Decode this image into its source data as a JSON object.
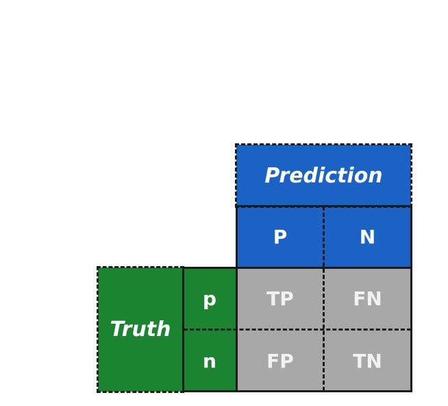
{
  "prediction": {
    "title": "Prediction",
    "pos": "P",
    "neg": "N"
  },
  "truth": {
    "title": "Truth",
    "pos": "p",
    "neg": "n"
  },
  "cells": {
    "tp": "TP",
    "fn": "FN",
    "fp": "FP",
    "tn": "TN"
  },
  "colors": {
    "prediction": "#1a63c4",
    "truth": "#1b8431",
    "cells": "#a8a8a8",
    "lines": "#1a1a1a"
  }
}
